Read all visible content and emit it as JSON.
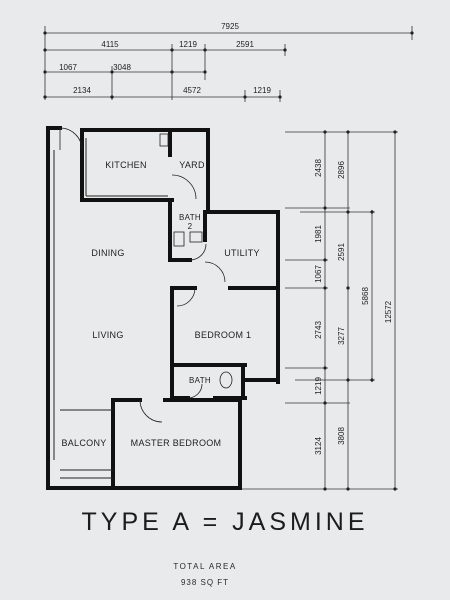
{
  "plan": {
    "title": "TYPE A = JASMINE",
    "total_area_label": "TOTAL AREA",
    "total_area_value": "938 SQ FT",
    "rooms": {
      "kitchen": "KITCHEN",
      "yard": "YARD",
      "bath2_line1": "BATH",
      "bath2_line2": "2",
      "utility": "UTILITY",
      "dining": "DINING",
      "living": "LIVING",
      "bedroom1": "BEDROOM 1",
      "bath": "BATH",
      "balcony": "BALCONY",
      "master_bedroom": "MASTER BEDROOM"
    },
    "top_dimensions": {
      "overall": "7925",
      "row2": [
        "4115",
        "1219",
        "2591"
      ],
      "row3": [
        "1067",
        "3048"
      ],
      "row4": [
        "2134",
        "4572",
        "1219"
      ]
    },
    "right_dimensions": {
      "col1": [
        "2438",
        "1981",
        "1067",
        "2743",
        "1219",
        "3124"
      ],
      "col2": [
        "2896",
        "2591",
        "3277",
        "3808"
      ],
      "col3": [
        "5868"
      ],
      "col4": [
        "12572"
      ]
    }
  }
}
